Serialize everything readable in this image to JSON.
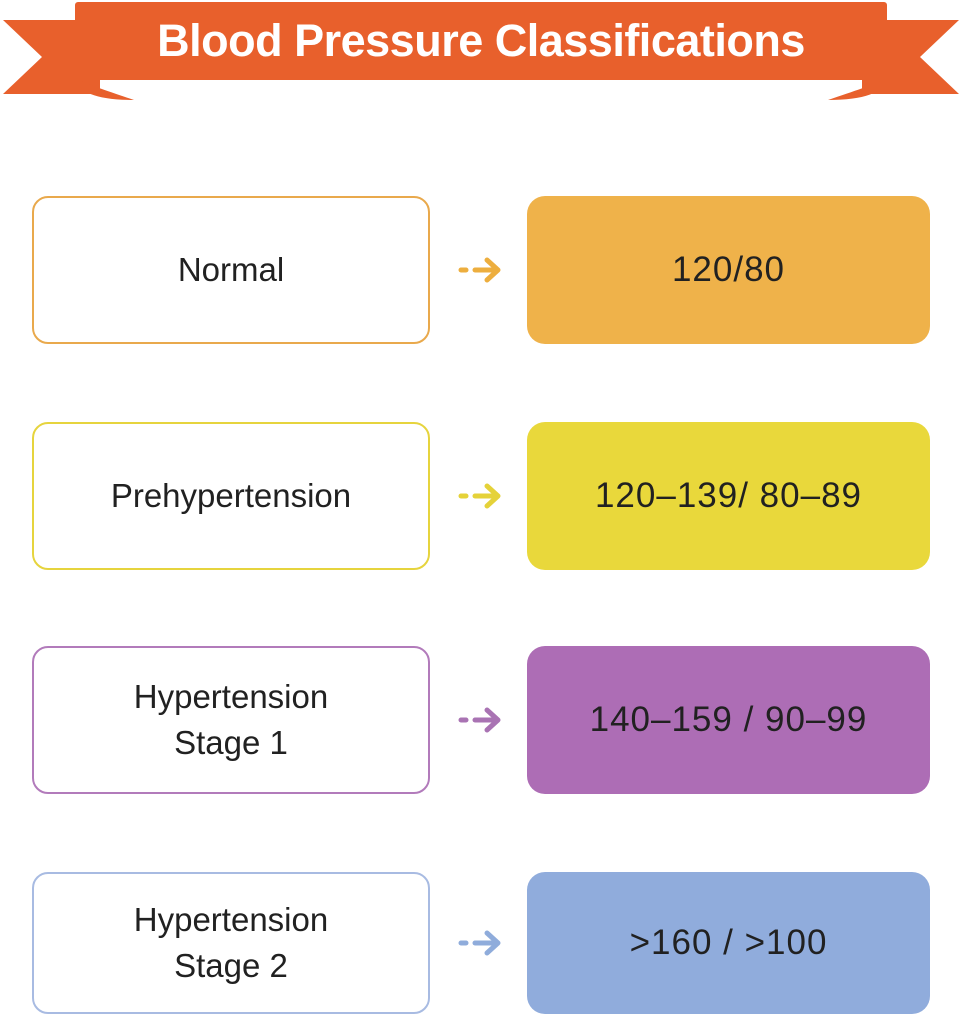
{
  "title": "Blood Pressure Classifications",
  "theme": {
    "background": "#FFFFFF",
    "ribbon_color": "#E8602C",
    "title_color": "#FFFFFF",
    "text_color": "#212121"
  },
  "rows": [
    {
      "label": "Normal",
      "label_lines": [
        "Normal"
      ],
      "value": "120/80",
      "fill_color": "#EFB24A",
      "border_color": "#E9A94C",
      "arrow_color": "#EDAE3E"
    },
    {
      "label": "Prehypertension",
      "label_lines": [
        "Prehypertension"
      ],
      "value": "120–139/ 80–89",
      "fill_color": "#E9D83B",
      "border_color": "#E6D43E",
      "arrow_color": "#E5D239"
    },
    {
      "label": "Hypertension Stage 1",
      "label_lines": [
        "Hypertension",
        "Stage 1"
      ],
      "value": "140–159 / 90–99",
      "fill_color": "#AD6DB5",
      "border_color": "#B27BBB",
      "arrow_color": "#A973B3"
    },
    {
      "label": "Hypertension Stage 2",
      "label_lines": [
        "Hypertension",
        "Stage 2"
      ],
      "value": ">160 / >100",
      "fill_color": "#90ACDC",
      "border_color": "#A8BBE2",
      "arrow_color": "#8FACDB"
    }
  ]
}
